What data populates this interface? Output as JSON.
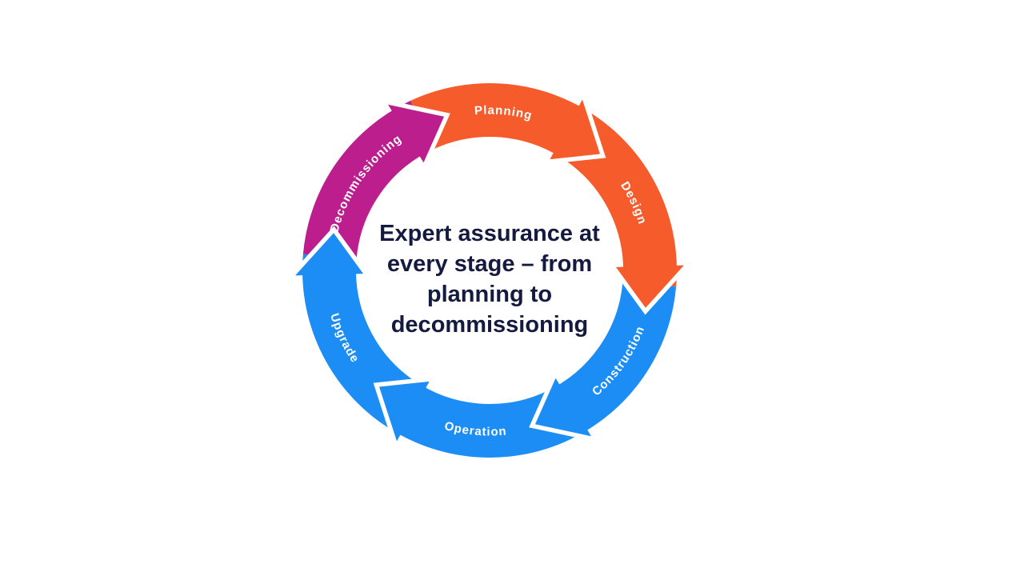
{
  "page": {
    "background_color": "#FFFFFF"
  },
  "diagram": {
    "type": "cycle-arrows",
    "palette": {
      "orange": "#F65C2B",
      "blue": "#1C8DF4",
      "magenta": "#BC1E8E"
    },
    "label_color": "#FFFFFF",
    "center_text": {
      "color": "#151A3F",
      "lines": [
        "Expert assurance at",
        "every stage – from",
        "planning to",
        "decommissioning"
      ]
    },
    "segments": [
      {
        "label": "Planning",
        "color_key": "orange",
        "start_angle": -25,
        "end_angle": 35
      },
      {
        "label": "Design",
        "color_key": "orange",
        "start_angle": 35,
        "end_angle": 95
      },
      {
        "label": "Construction",
        "color_key": "blue",
        "start_angle": 95,
        "end_angle": 155
      },
      {
        "label": "Operation",
        "color_key": "blue",
        "start_angle": 155,
        "end_angle": 215
      },
      {
        "label": "Upgrade",
        "color_key": "blue",
        "start_angle": 215,
        "end_angle": 275
      },
      {
        "label": "Decommissioning",
        "color_key": "magenta",
        "start_angle": 275,
        "end_angle": 335
      }
    ]
  }
}
